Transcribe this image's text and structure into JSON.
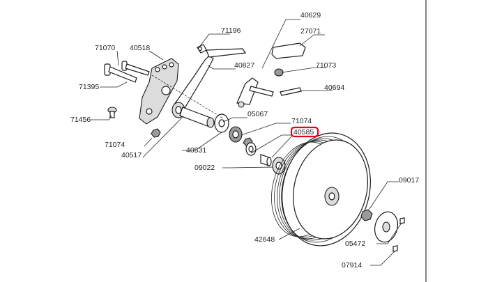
{
  "diagram": {
    "highlight_color": "#e0001a",
    "line_color": "#222222",
    "labels": {
      "p40629": "40629",
      "p71196": "71196",
      "p27071": "27071",
      "p71070": "71070",
      "p40518": "40518",
      "p40827": "40827",
      "p71073": "71073",
      "p71395": "71395",
      "p40694": "40694",
      "p05067": "05067",
      "p71456": "71456",
      "p71074a": "71074",
      "p40585": "40585",
      "p71074b": "71074",
      "p40531": "40531",
      "p40517": "40517",
      "p09022": "09022",
      "p09017": "09017",
      "p42648": "42648",
      "p05472": "05472",
      "p07914": "07914"
    }
  }
}
